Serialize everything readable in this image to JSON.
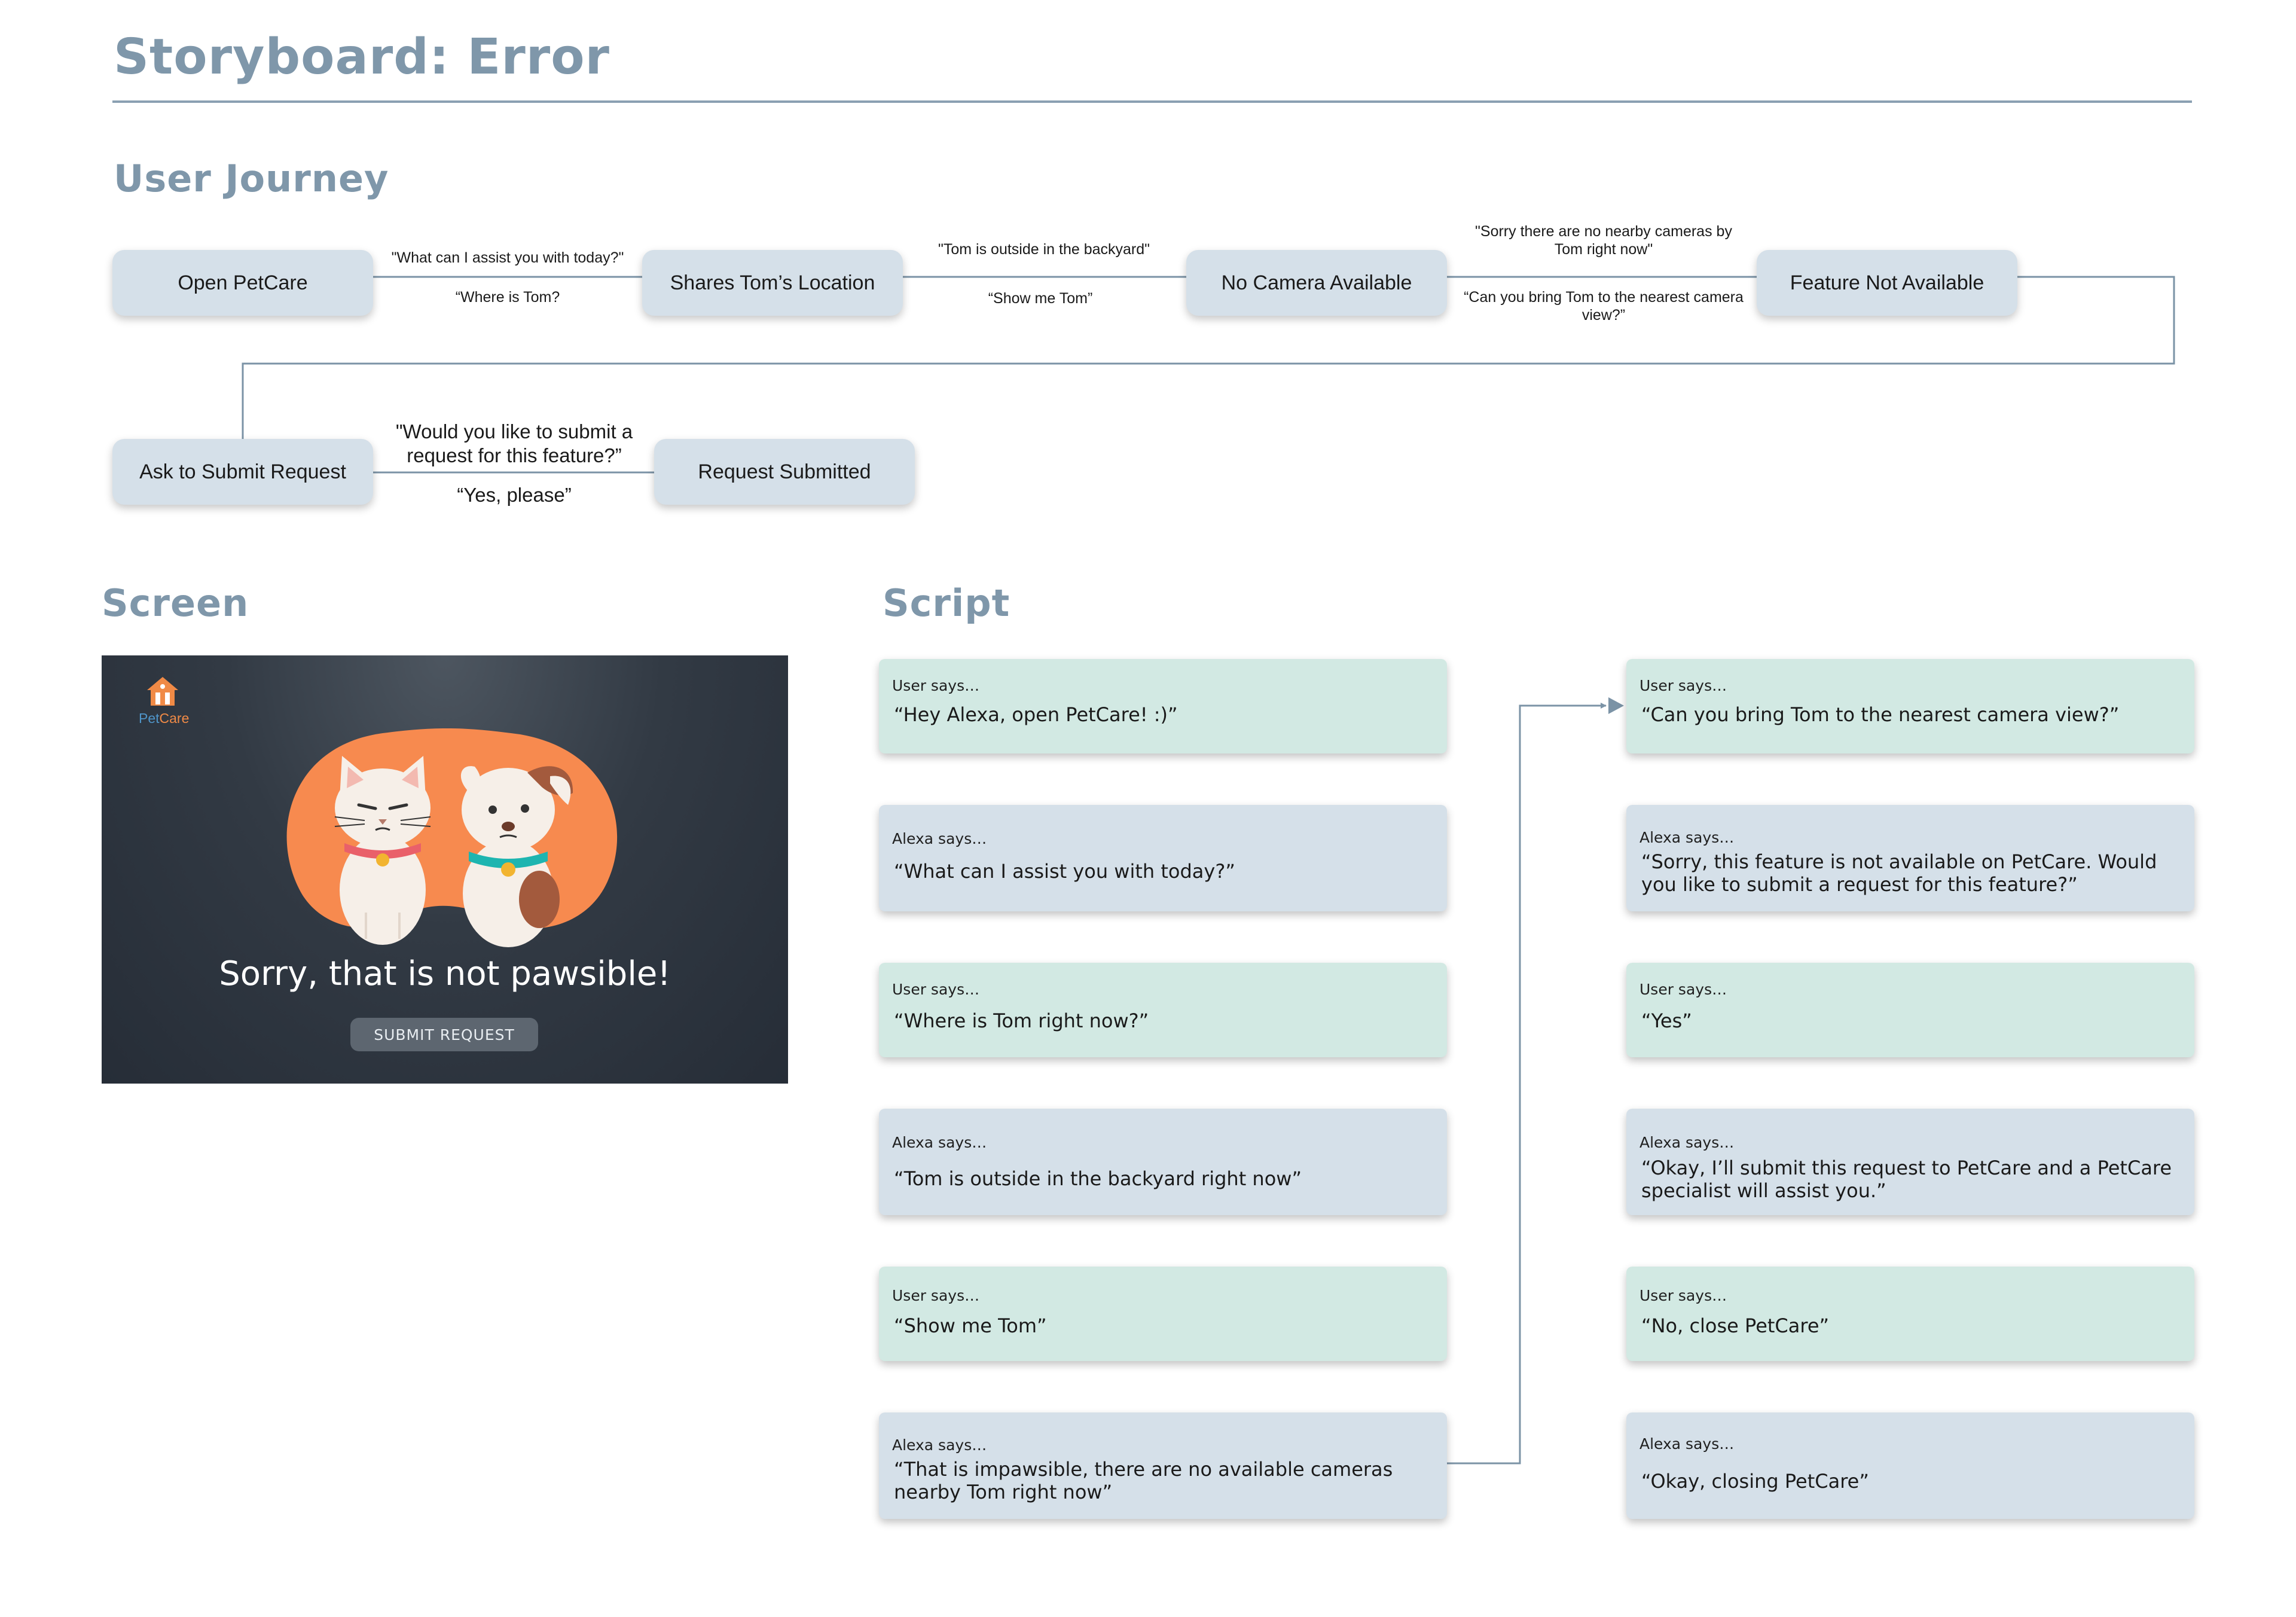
{
  "page": {
    "title": "Storyboard: Error",
    "sections": {
      "journey": "User Journey",
      "screen": "Screen",
      "script": "Script"
    }
  },
  "journey": {
    "nodes": [
      "Open PetCare",
      "Shares Tom’s Location",
      "No Camera Available",
      "Feature Not Available",
      "Ask to Submit Request",
      "Request Submitted"
    ],
    "edges": [
      {
        "alexa": "\"What can I assist you with today?\"",
        "user": "“Where is Tom?"
      },
      {
        "alexa": "\"Tom is outside in the backyard\"",
        "user": "“Show me Tom”"
      },
      {
        "alexa": "\"Sorry there are no nearby cameras by Tom right now\"",
        "user": "“Can you bring Tom to the nearest camera view?”"
      },
      {
        "alexa": "\"Would you like to submit a request for this feature?”",
        "user": "“Yes, please”"
      }
    ]
  },
  "screen": {
    "logo": {
      "part1": "Pet",
      "part2": "Care",
      "color_pet": "#4f95c9",
      "color_care": "#f08a46"
    },
    "illustration": "cat-and-dog-illustration",
    "message": "Sorry, that is not pawsible!",
    "button": "SUBMIT REQUEST"
  },
  "script": {
    "left": [
      {
        "speaker": "User says…",
        "text": "“Hey Alexa, open PetCare! :)”"
      },
      {
        "speaker": "Alexa says…",
        "text": "“What can I assist you with today?”"
      },
      {
        "speaker": "User says…",
        "text": "“Where is Tom right now?”"
      },
      {
        "speaker": "Alexa says…",
        "text": "“Tom is outside in the backyard right now”"
      },
      {
        "speaker": "User says…",
        "text": "“Show me Tom”"
      },
      {
        "speaker": "Alexa says…",
        "text": "“That is impawsible, there are no available cameras nearby Tom right now”"
      }
    ],
    "right": [
      {
        "speaker": "User says…",
        "text": "“Can you bring Tom to the nearest camera view?”"
      },
      {
        "speaker": "Alexa says…",
        "text": "“Sorry, this feature is not available on PetCare. Would you like to submit a request for this feature?”"
      },
      {
        "speaker": "User says…",
        "text": "“Yes”"
      },
      {
        "speaker": "Alexa says…",
        "text": "“Okay, I’ll submit this request to PetCare and a PetCare specialist will assist you.”"
      },
      {
        "speaker": "User says…",
        "text": "“No, close PetCare”"
      },
      {
        "speaker": "Alexa says…",
        "text": "“Okay, closing PetCare”"
      }
    ]
  },
  "colors": {
    "heading": "#7f97aa",
    "node": "#d5e0e9",
    "user_card": "#d2e9e3",
    "alexa_card": "#d5e0e9",
    "connector": "#7b93a6",
    "screen_bg": "#2b323c",
    "illustration_blob": "#f78a4f"
  }
}
